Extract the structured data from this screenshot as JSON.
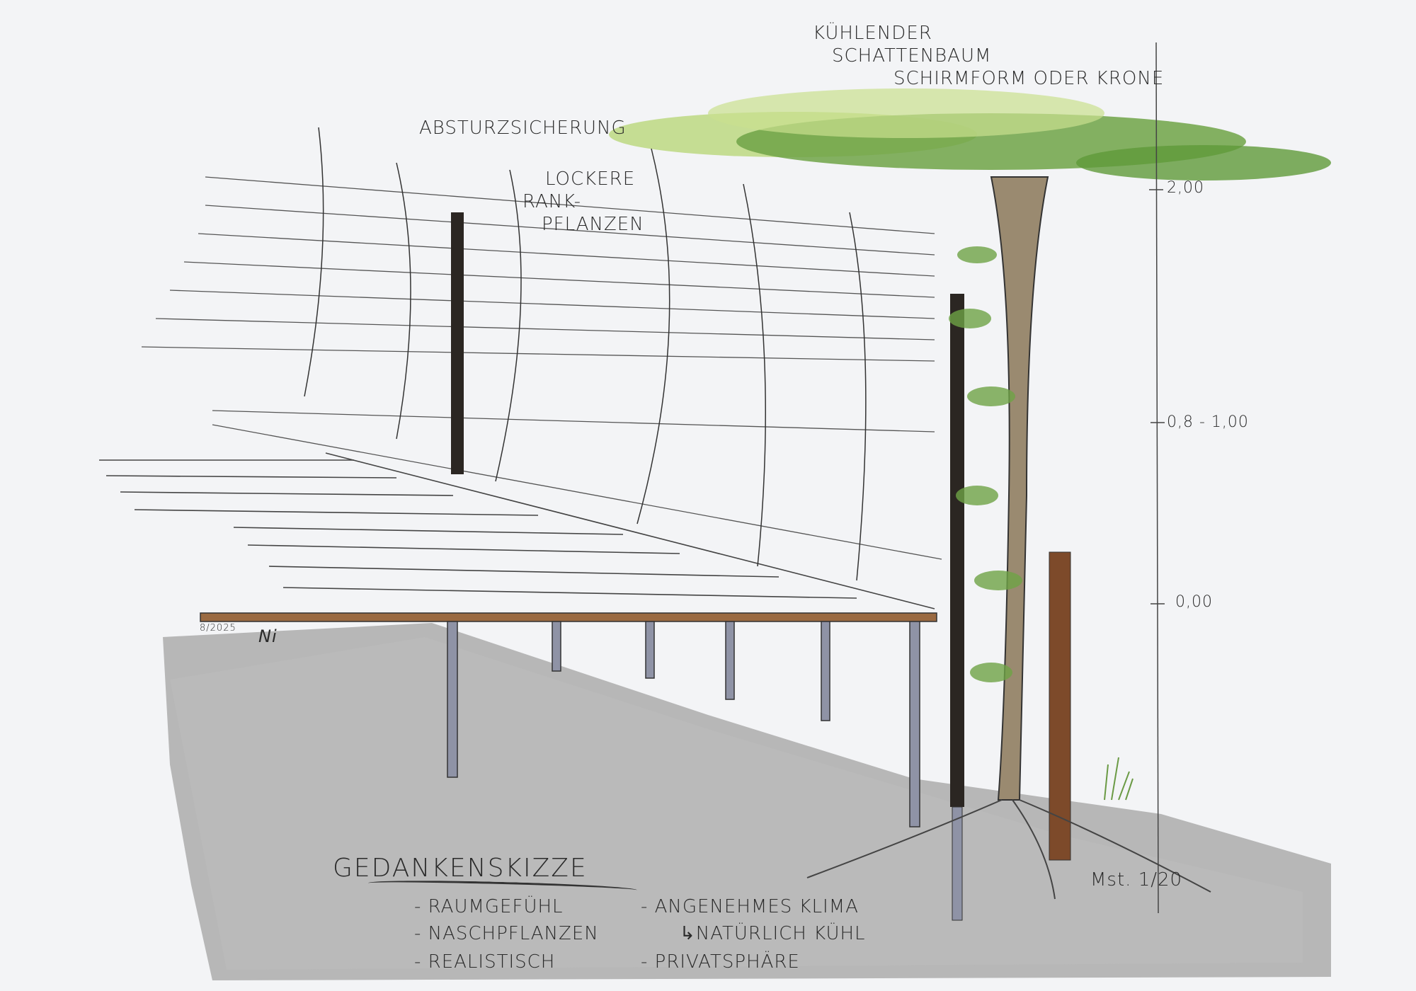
{
  "annotations": {
    "tree_line1": "KÜHLENDER",
    "tree_line2": "SCHATTENBAUM",
    "tree_line3": "SCHIRMFORM ODER KRONE",
    "railing": "ABSTURZSICHERUNG",
    "climbers_line1": "LOCKERE",
    "climbers_line2": "RANK-",
    "climbers_line3": "PFLANZEN"
  },
  "dimensions": {
    "levels": [
      "2,00",
      "0,8 - 1,00",
      "0,00"
    ],
    "scale": "Mst. 1/20"
  },
  "signature": {
    "date": "8/2025",
    "initials": "Ni"
  },
  "notes": {
    "title": "GEDANKENSKIZZE",
    "left": [
      "- RAUMGEFÜHL",
      "- NASCHPFLANZEN",
      "- REALISTISCH"
    ],
    "right": [
      "- ANGENEHMES KLIMA",
      "↳NATÜRLICH KÜHL",
      "- PRIVATSPHÄRE"
    ]
  },
  "colors": {
    "paper": "#f3f4f6",
    "ground": "#a9a9a9",
    "wood": "#8a5a35",
    "leaf_dark": "#5f9a3a",
    "leaf_light": "#b9d77a",
    "ink": "#2a2a2a"
  }
}
